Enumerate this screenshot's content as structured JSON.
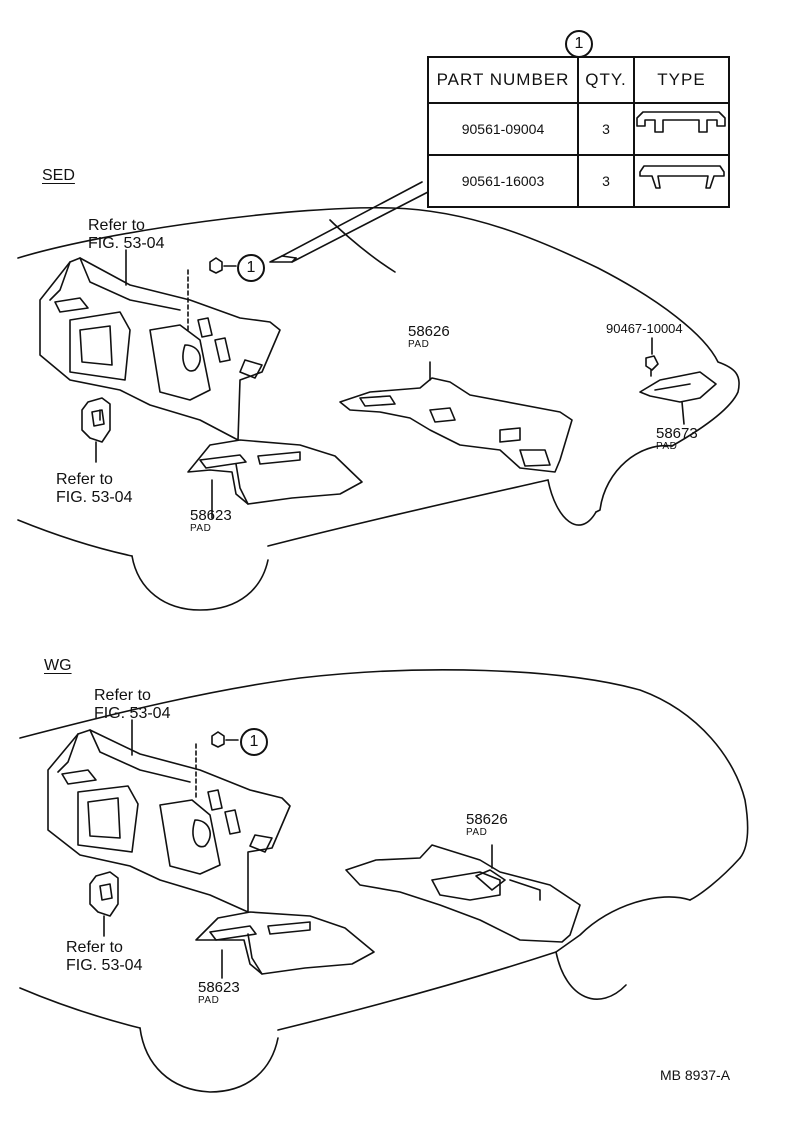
{
  "callout_symbol": "1",
  "table": {
    "headers": [
      "PART  NUMBER",
      "QTY.",
      "TYPE"
    ],
    "rows": [
      {
        "part_number": "90561-09004",
        "qty": "3",
        "type_icon": "clip-type-a-icon"
      },
      {
        "part_number": "90561-16003",
        "qty": "3",
        "type_icon": "clip-type-b-icon"
      }
    ]
  },
  "sed": {
    "title": "SED",
    "refer_top_1": "Refer to",
    "refer_top_2": "FIG. 53-04",
    "refer_bottom_1": "Refer to",
    "refer_bottom_2": "FIG. 53-04",
    "pad_front_num": "58623",
    "pad_front_lbl": "PAD",
    "pad_center_num": "58626",
    "pad_center_lbl": "PAD",
    "clip_num": "90467-10004",
    "pad_rear_num": "58673",
    "pad_rear_lbl": "PAD"
  },
  "wg": {
    "title": "WG",
    "refer_top_1": "Refer to",
    "refer_top_2": "FIG. 53-04",
    "refer_bottom_1": "Refer to",
    "refer_bottom_2": "FIG. 53-04",
    "pad_front_num": "58623",
    "pad_front_lbl": "PAD",
    "pad_center_num": "58626",
    "pad_center_lbl": "PAD"
  },
  "drawing_code": "MB  8937-A"
}
